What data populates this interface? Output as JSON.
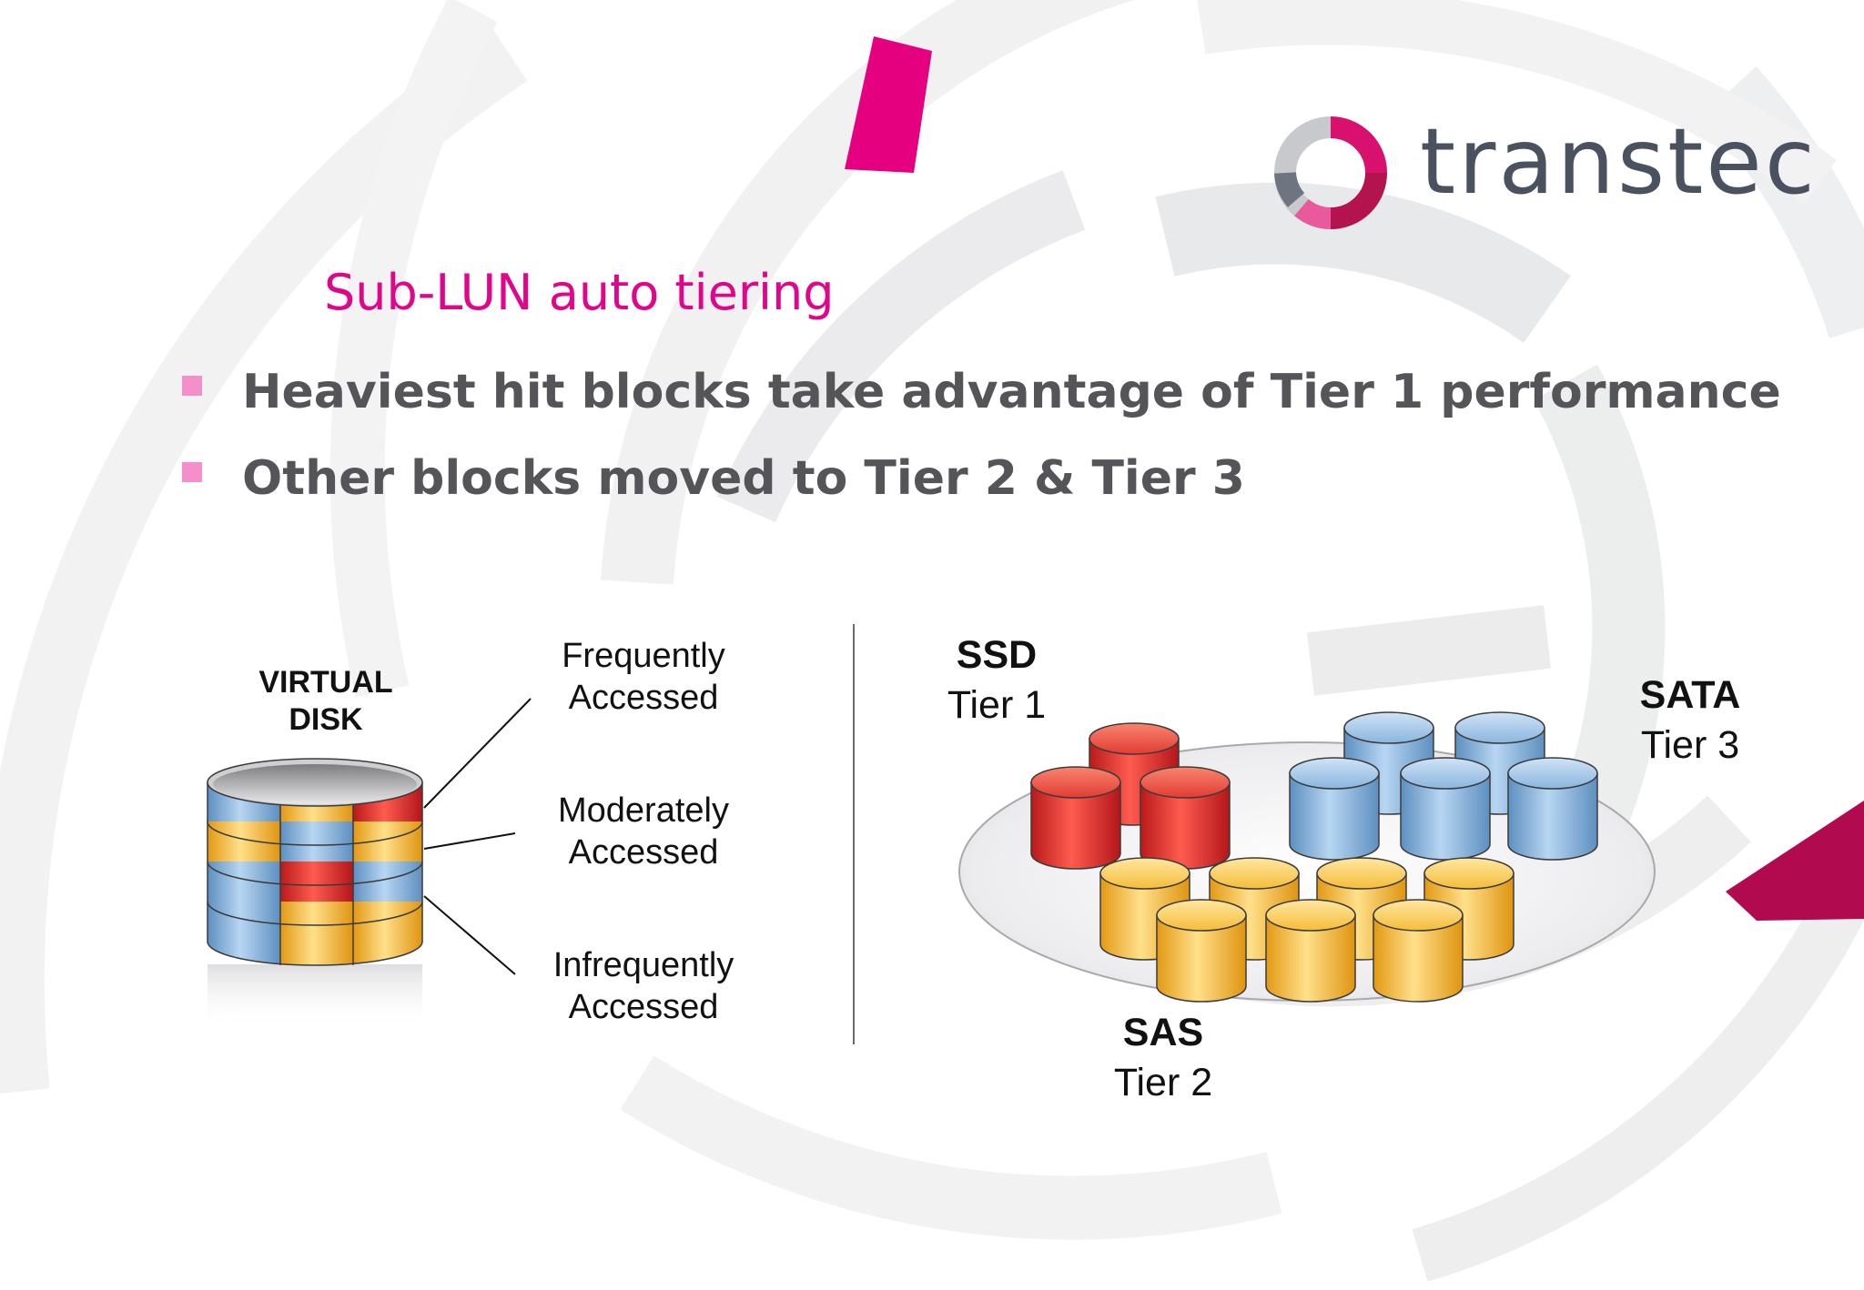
{
  "logo": {
    "text": "transtec"
  },
  "slide": {
    "subtitle": "Sub-LUN auto tiering",
    "bullets": [
      "Heaviest hit blocks take advantage of Tier 1 performance",
      "Other blocks moved to Tier 2 & Tier 3"
    ]
  },
  "diagram": {
    "virtual_disk": {
      "line1": "VIRTUAL",
      "line2": "DISK"
    },
    "access_levels": [
      {
        "line1": "Frequently",
        "line2": "Accessed"
      },
      {
        "line1": "Moderately",
        "line2": "Accessed"
      },
      {
        "line1": "Infrequently",
        "line2": "Accessed"
      }
    ],
    "tiers": [
      {
        "name": "SSD",
        "tier": "Tier 1"
      },
      {
        "name": "SATA",
        "tier": "Tier 3"
      },
      {
        "name": "SAS",
        "tier": "Tier 2"
      }
    ]
  },
  "colors": {
    "accent_pink": "#e0068b",
    "bullet_pink": "#f58fcb",
    "red": "#e52b2b",
    "blue": "#86b4df",
    "orange": "#f6ba2e",
    "text_gray": "#545459"
  }
}
